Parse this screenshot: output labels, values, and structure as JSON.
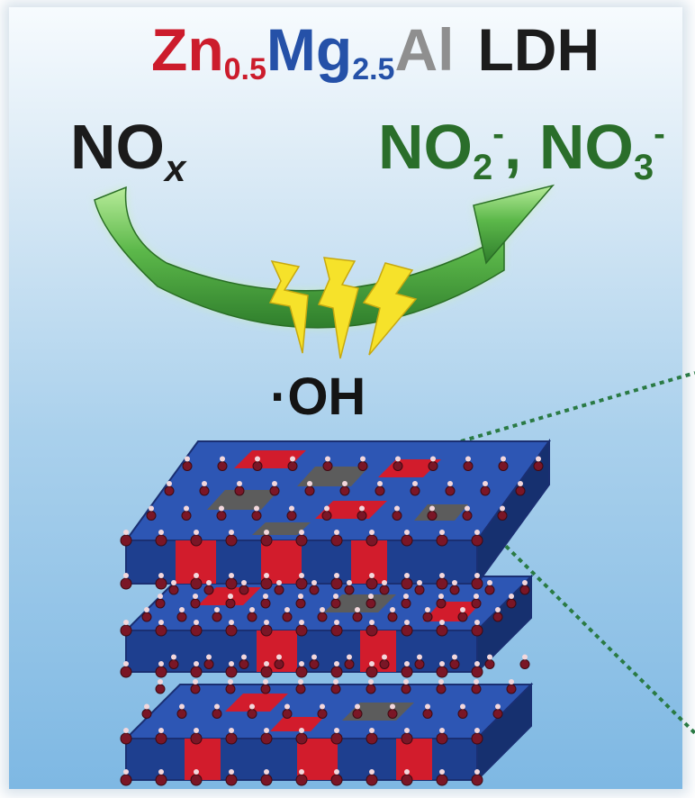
{
  "title": {
    "zn": "Zn",
    "zn_sub": "0.5",
    "mg": "Mg",
    "mg_sub": "2.5",
    "al": "Al",
    "ldh": "LDH"
  },
  "reactant": {
    "main": "NO",
    "italic": "x"
  },
  "products": {
    "no2": "NO",
    "no2_sub": "2",
    "no2_charge": "-",
    "sep": ", ",
    "no3": "NO",
    "no3_sub": "3",
    "no3_charge": "-"
  },
  "radical": "·OH",
  "colors": {
    "zn": "#cc1c2c",
    "mg": "#2551a8",
    "al": "#8f8f8f",
    "arrow": "#3f9a3a",
    "lightning": "#f6e22a",
    "oxygen": "#7a1626",
    "hydrogen": "#f3d7dc",
    "zoom_line": "#2a7a44"
  },
  "icons": {
    "arrow": "curved-arrow-icon",
    "lightning": "lightning-bolt-icon",
    "crystal": "ldh-crystal-structure"
  }
}
